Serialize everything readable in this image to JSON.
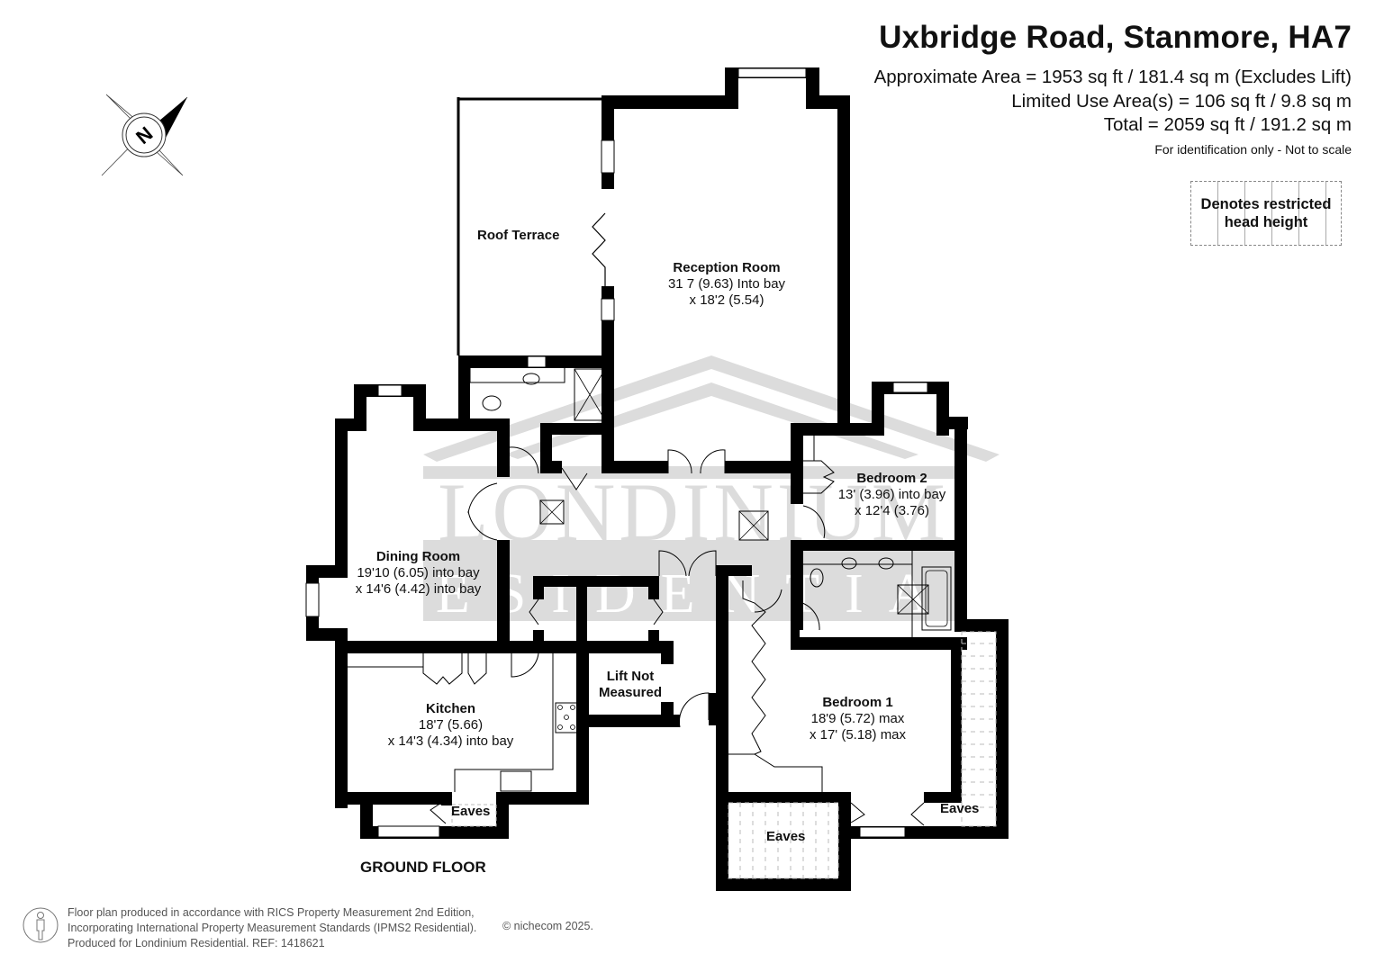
{
  "header": {
    "title": "Uxbridge Road, Stanmore, HA7",
    "approx_area": "Approximate Area = 1953 sq ft / 181.4 sq m (Excludes Lift)",
    "limited_use": "Limited Use Area(s) = 106 sq ft / 9.8 sq m",
    "total": "Total = 2059 sq ft / 191.2 sq m",
    "disclaimer": "For identification only - Not to scale"
  },
  "legend": {
    "line1": "Denotes restricted",
    "line2": "head height"
  },
  "compass": {
    "icon": "north-compass-icon",
    "letter": "N"
  },
  "rooms": {
    "roof_terrace": {
      "name": "Roof Terrace"
    },
    "reception": {
      "name": "Reception Room",
      "dim1": "31 7 (9.63) Into bay",
      "dim2": "x 18'2 (5.54)"
    },
    "dining": {
      "name": "Dining Room",
      "dim1": "19'10 (6.05) into bay",
      "dim2": "x 14'6 (4.42) into bay"
    },
    "kitchen": {
      "name": "Kitchen",
      "dim1": "18'7 (5.66)",
      "dim2": "x 14'3 (4.34) into bay"
    },
    "lift": {
      "line1": "Lift Not",
      "line2": "Measured"
    },
    "bedroom2": {
      "name": "Bedroom 2",
      "dim1": "13' (3.96) into bay",
      "dim2": "x 12'4 (3.76)"
    },
    "bedroom1": {
      "name": "Bedroom 1",
      "dim1": "18'9 (5.72) max",
      "dim2": "x 17' (5.18) max"
    },
    "eaves_kitchen": {
      "name": "Eaves"
    },
    "eaves_bottom": {
      "name": "Eaves"
    },
    "eaves_right": {
      "name": "Eaves"
    }
  },
  "floor_label": "GROUND FLOOR",
  "watermark": {
    "line1": "LONDINIUM",
    "line2": "RESIDENTIAL",
    "color": "#d9d9d9"
  },
  "footer": {
    "line1": "Floor plan produced in accordance with RICS Property Measurement 2nd Edition,",
    "line2": "Incorporating International Property Measurement Standards (IPMS2 Residential).",
    "line3": "Produced for Londinium Residential.   REF: 1418621",
    "copyright": "© nichecom 2025."
  },
  "colors": {
    "wall": "#000000",
    "watermark": "#d9d9d9",
    "text": "#111111",
    "footer": "#555555"
  }
}
